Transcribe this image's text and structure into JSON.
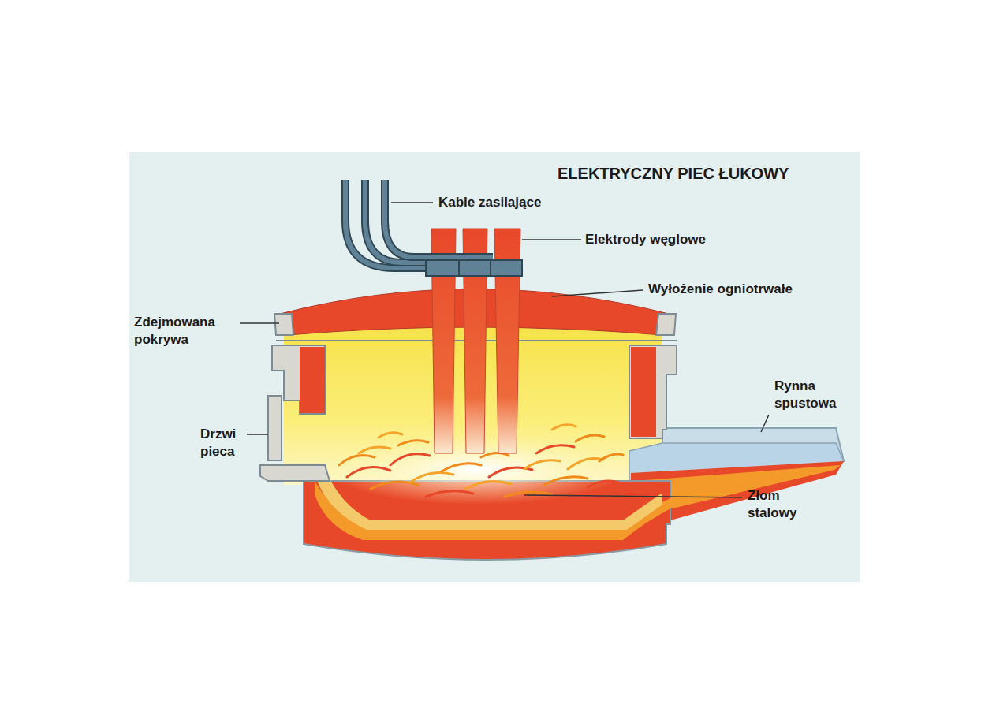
{
  "diagram": {
    "title": "ELEKTRYCZNY PIEC ŁUKOWY",
    "labels": [
      "Kable zasilające",
      "Elektrody węglowe",
      "Wyłożenie ogniotrwałe",
      "Zdejmowana pokrywa",
      "Rynna spustowa",
      "Drzwi pieca",
      "Złom stalowy"
    ]
  }
}
